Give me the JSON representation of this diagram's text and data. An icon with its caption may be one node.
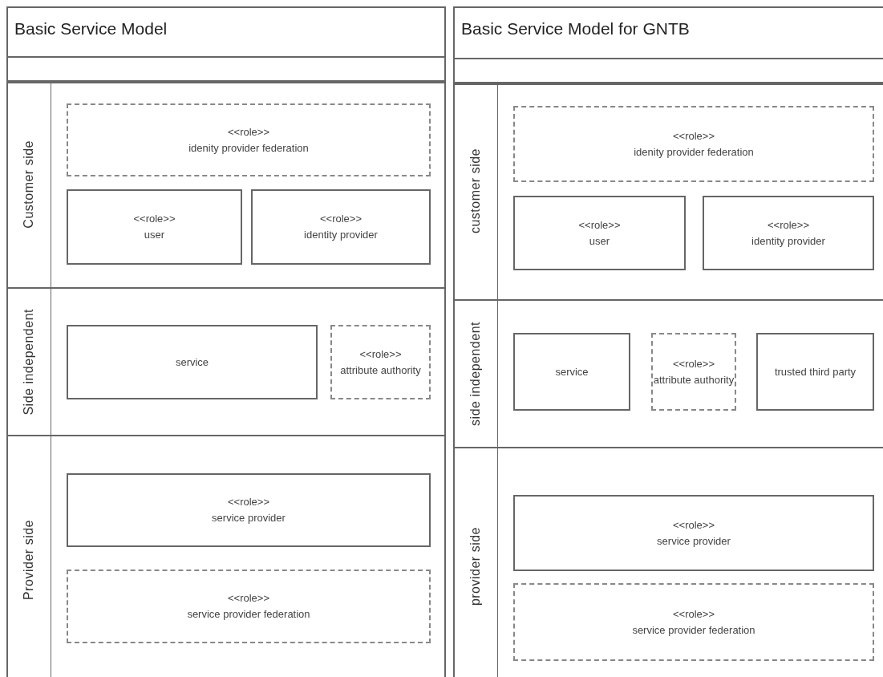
{
  "diagram": {
    "nodes": [
      {
        "text": [
          "Basic Service Model"
        ]
      },
      {
        "text": [
          "Customer side"
        ],
        "in": 0
      },
      {
        "text": [
          "<<role>>",
          "idenity provider federation"
        ],
        "in": 1
      },
      {
        "text": [
          "<<role>>",
          "user"
        ],
        "in": 1
      },
      {
        "text": [
          "<<role>>",
          "identity provider"
        ],
        "in": 1
      },
      {
        "text": [
          "Side independent"
        ],
        "in": 0
      },
      {
        "text": [
          "service"
        ],
        "in": 5
      },
      {
        "text": [
          "<<role>>",
          "attribute authority"
        ],
        "in": 5
      },
      {
        "text": [
          "Provider side"
        ],
        "in": 0
      },
      {
        "text": [
          "<<role>>",
          "service provider"
        ],
        "in": 8
      },
      {
        "text": [
          "<<role>>",
          "service provider federation"
        ],
        "in": 8
      },
      {
        "text": [
          "Basic Service Model for GNTB"
        ]
      },
      {
        "text": [
          "customer side"
        ],
        "in": 11
      },
      {
        "text": [
          "<<role>>",
          "idenity provider federation"
        ],
        "in": 12
      },
      {
        "text": [
          "<<role>>",
          "user"
        ],
        "in": 12
      },
      {
        "text": [
          "<<role>>",
          "identity provider"
        ],
        "in": 12
      },
      {
        "text": [
          "side independent"
        ],
        "in": 11
      },
      {
        "text": [
          "service"
        ],
        "in": 16
      },
      {
        "text": [
          "<<role>>",
          "attribute authority"
        ],
        "in": 16
      },
      {
        "text": [
          "trusted third party"
        ],
        "in": 16
      },
      {
        "text": [
          "provider side"
        ],
        "in": 11
      },
      {
        "text": [
          "<<role>>",
          "service provider"
        ],
        "in": 20
      },
      {
        "text": [
          "<<role>>",
          "service provider federation"
        ],
        "in": 20
      }
    ]
  }
}
